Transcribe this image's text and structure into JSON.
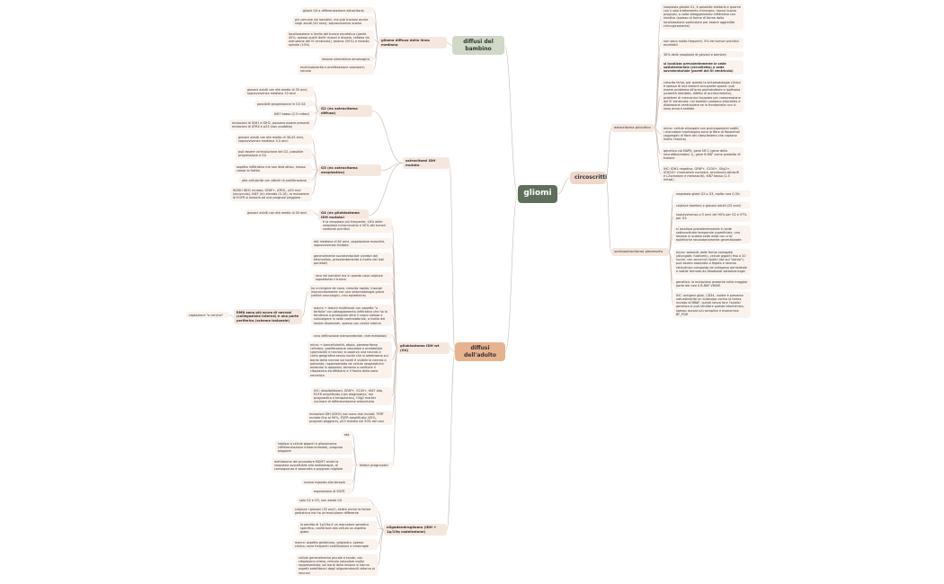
{
  "colors": {
    "root_bg": "#5e6f5b",
    "main_green": "#cfd9c6",
    "main_orange": "#e7b38f",
    "main_pink": "#eed8cb",
    "link": "#c9b8ac"
  },
  "root": "gliomi",
  "main": {
    "child": "diffusi del bambino",
    "adult": "diffusi dell'adulto",
    "circ": "circoscritti"
  },
  "child": {
    "group": "glioma diffuso della linea mediana",
    "notes": [
      "gliomi G4 a differenziazione astrocitaria",
      "più comune nei bambini, ma può trovarsi anche negli adulti (40 anni); sopravvivenza scarsa",
      "localizzazione a livello del tronco encefalico (ponte 45%, spesso quelli ibrilli: molori e disseia, cefalea da ostruzione del IV ventricolo), talamo (50%) e midollo spinale (10%)",
      "lesione simmetrica omomagica",
      "multinodularità e proliferazione vascolare; necrosi"
    ]
  },
  "adult": {
    "idh_mut": "astrocitomi IDH mutato",
    "g2": "G2 (ex astrocitoma diffuso)",
    "g2_notes": [
      "giovani adulti con età media di 35 anni; sopravvivenza mediana 10 anni",
      "possibile progressione in G3 G4",
      "Ki67 basso (2-5 mitosi)",
      "mutazioni di IDH1 e IDH2, possono essere presenti mutazioni di ATRX e p53 (non prodotto)"
    ],
    "g3": "G3 (ex astrocitoma anaplastico)",
    "g3_notes": [
      "giovani adulti con età media di 36-45 anni, sopravvivenza mediana 3-5 anni",
      "può essere un'evoluzione del G2, possibile progressione a G4",
      "aspetto infiltrativo ma non distruttivo, massa classe lo frattia",
      "alta cellularità con attiviti di proliferazione",
      "IR/IDH IDH1 mutato, GFAP+, ATRX-, p53 mut (accumulo), Ki67 (in) elevato (5-10), la mutazione di EGFR si associa ad una prognosi peggiore"
    ],
    "g4": "G4 (ex glioblastoma IDH mutato)",
    "g4_notes": [
      "giovani adulti con età media di 45 anni"
    ],
    "gbm": "glioblastoma IDH wt (G4)",
    "gbm_notes": [
      "è la neoplasia più frequente, 16% delle neoplasie intracraniche e 50% dei tumori cerebrali primitivi",
      "età mediana di 62 anni, popolazione maschile, sopravvivenza limitata",
      "generalmente sovratentoriale (cerebri del telencefalo, prevalentemente a livello dei lobi parietali)",
      "raro nei bambini ma in questo caso colpisce soprattutto il tronco",
      "ha un'origine de novo, crescita rapida, insorge improvvisamente con una sintomatologia grave (deficit neurologici, crisi epilettiche)",
      "macro → lesioni multifocali con aspetto \"a farfalla\" con atteggiamento infiltrativo che ha la tendenza a proseguire oltre il corpo calloso e coinvolgere in sede controlaterale, a livello dei lesioni disomniali, spesso con cavità interna",
      "rara infiltrazione extracerebrale, rare metastasi",
      "micro → ipercellularità, atipia, pleomorfismo cellulare, proliferazione vascolare e endoteliale (glomiloidi) e necrosi; si osserva una necrosi a carta geografica senza nuclei che si addensano sul bordo della necrosi sui bordi è visibile la necrosi a palizzata, rappresentata da cellule neoplastiche; andando in apoptosi, tendono a confluire il citoplasma ed affollarsi e il fronte della zona necrotica",
      "IHC: atopitofobiani, GFAP+, S100+, Ki67 alto, EGFR amplificato (non diagnostico, ma prognostico e terapeutico), Olig2 marker nucleare di differenziazione astrocitaria",
      "mutazioni IDH (IDH2) non sono mai mutati; TERT mutato fino al 90%, EGFR amplificato (45%, prognosi peggiore), p53 mutata nel 30% dei casi"
    ],
    "rmn": "RMN zona più scura di necrosi (collegazione interne) e una parte periferica (schema lesionale)",
    "capt": "captazione \"a cercine\"",
    "fattori": "fattori prognostici",
    "fattori_notes": [
      "età",
      "istotipo a cellule giganti e gliosarcoma (differenziazione mesenchimale), prognosi peggiore",
      "metilazione del promotore MGMT rende la neoplasia suscettibile alla radioterapia, di conseguenza è associata a prognosi migliore",
      "scarsa risposta alla terapia",
      "espressione di EGFR"
    ],
    "oligo": "oligodendroglioma (IDH + 1p/19q codelezione)",
    "oligo_notes": [
      "solo G2 e G3, non esiste G4",
      "colpisce i giovani (35 anni), esiste anche la forma pediatrica ma ha un'evoluzione differente",
      "la perdita di 1p/19q è un marcatore genetico specifico, conferisce alla cellula un aspetto glabo",
      "macro: aspetto gelatinoso, grigiastro, spesso cistico; sono frequenti calcificazioni e emorragie",
      "cellule generalmente piccole e tonde, con citoplasma chiaro, reticolo vascolare molto rappresentato; sui bordi della lesione si hanno aspetti satellitosici degli oligodendrociti attorno ai neuroni"
    ]
  },
  "circ": {
    "pilo": "astrocitoma pilocitico",
    "pilo_notes": [
      "neoplasia glioale G1, è possibile trattarla e guarire con il solo trattamento chirurgico, hanno buona prognosi, a volte atteggiamento infiltrativo con recidive (spesso di forme di forme dalla localizzazione particolare per essere aggredite chirurgicamente)",
      "non sono molto frequenti, 5% dei tumori primitivi encefalici",
      "30% delle neoplasie di giovani e bambini",
      "si localizza prevalentemente in sede sottotentoriale (cervelletto) o sede sovratentoriale (pareti del III ventricolo)",
      "crescita lenta, per questo la sintomatologia clinica è spesso di una lesione occupante spazio: può essere problema all'area pontobulbare o ipofisaria (pubertà ritardata, difetto di accrescimento), problemi di meccanica liquorale per compressione del III ventricolo; nei bambini possono idrocefalo e dilatazione ventricolare se la frontaniella non si sono ancora saldate",
      "micro: cellule allungate con prolungamenti sottili; i marcatore morfologico sono le fibre di Rosenthal (aggregati di fibre del citoscheletro che captano molto l'eosina)",
      "genetica via MAPK, gene NF-1 (gene della neurofibromatosi 1), gene B-RAF come prodotto di fusione",
      "IHC: IDH1 negativo, GFAP+, S100+, Olig2+, SOX10+ (marcatore nucleare, accomuna astrociti e L2schwann e melanociti), Ki67 basso (2-5 mitosi)"
    ],
    "xanto": "xantoastrocitoma pleomorfo",
    "xanto_notes": [
      "neoplasia gliale G2 o G3, molto rara 0,3%",
      "colpisce bambini e giovani adulti (25 anni)",
      "sopravvivenza a 5 anni del 90% per G2 e 57% per G3",
      "si localizza prevalentemente in sede sottocorticale temporale superficiale, una lesione in questa sede esita con crisi epilettiche secondariamente generalizzate",
      "micro: astrociti dalle forme variegate (allungate, fusiformi), cellule giganti fino a 20 nuclei, con accumuli lipidici (da qui \"xanto\"), può essere associato a fegato e stroma reticolinico composto da collageno periduttale e sottile formato da fibroblasti sottomeningei",
      "genetica: la mutazione presente nella maggior parte dei casi è B-RAF V600E",
      "IHC: antigeni gliali, CD34, inoltre è presente naturalmente un antecepo contro la forma mutata di BRAF, quindi senza fare l'analisi genetica si può sfruttare questa istochimica, spesso ancora più semplice e economica BF_PQR"
    ]
  }
}
